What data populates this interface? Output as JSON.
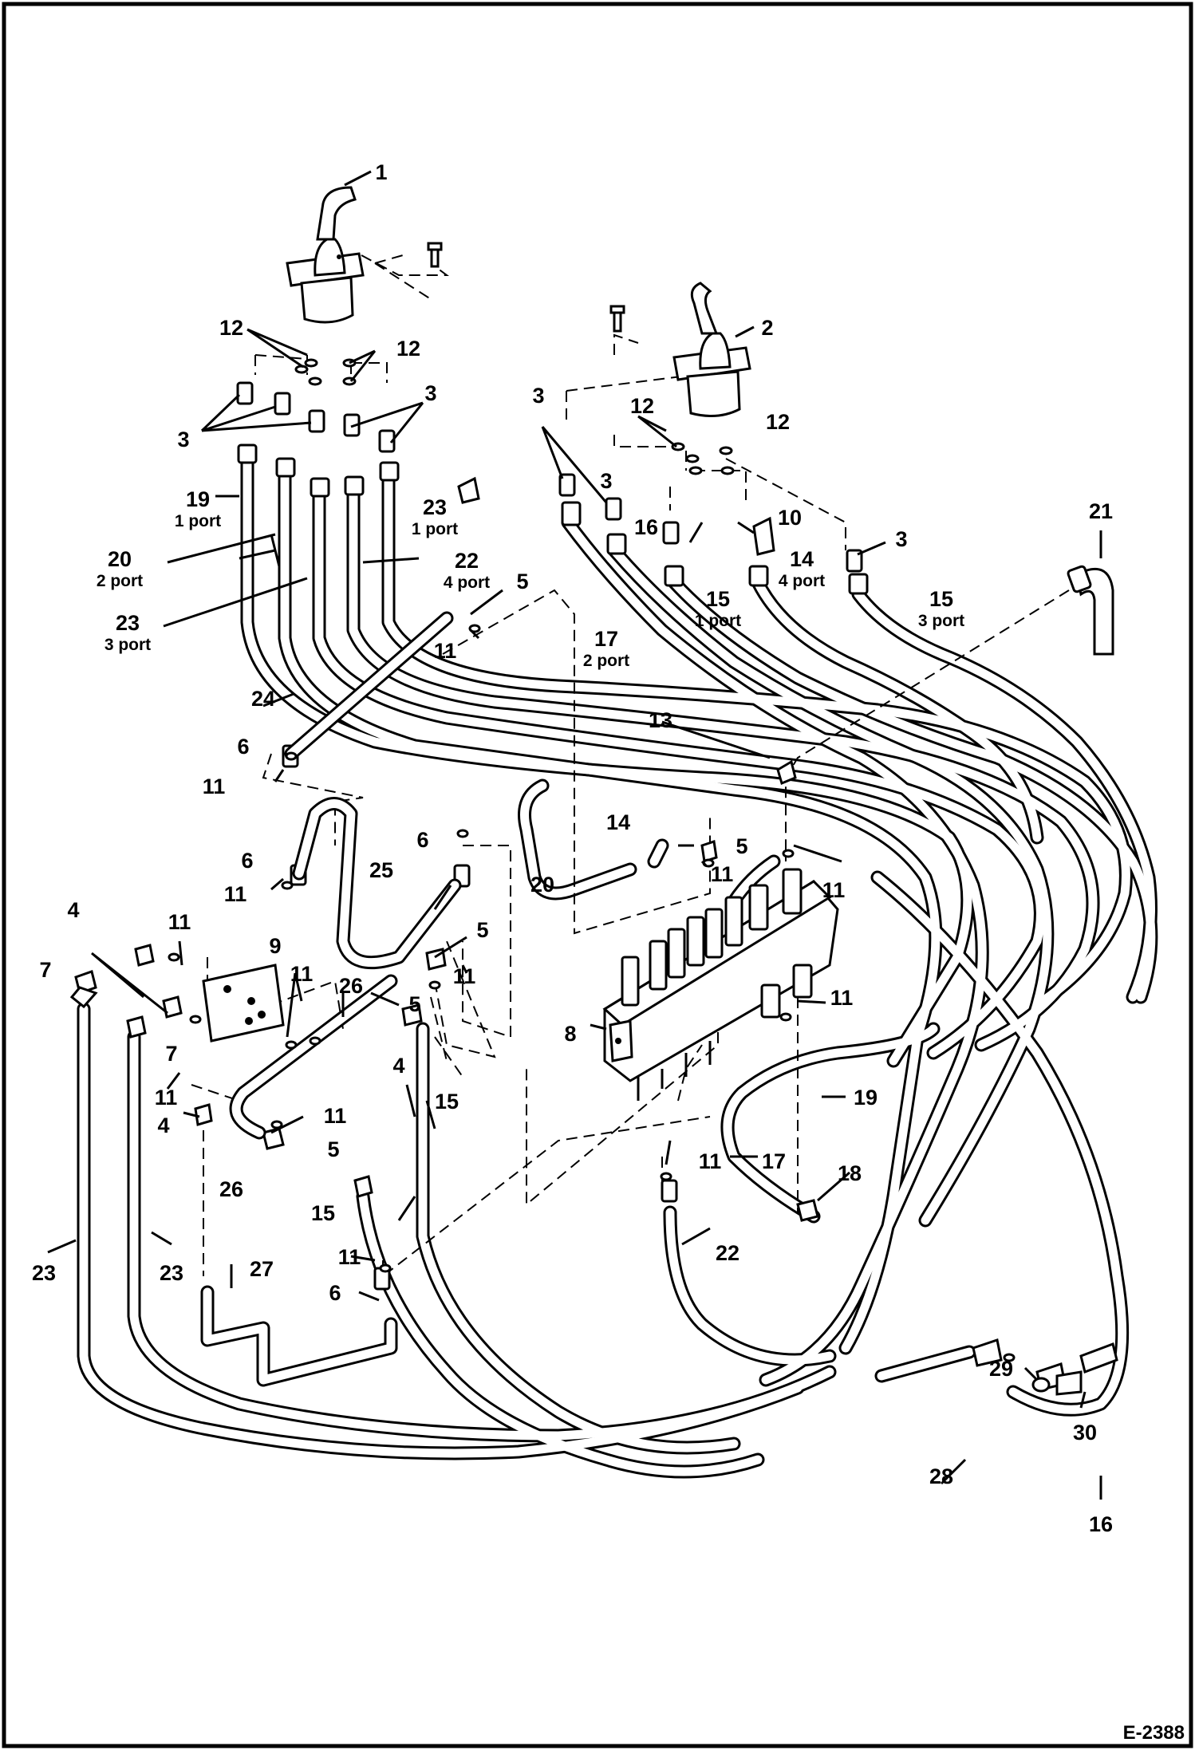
{
  "drawing_code": "E-2388",
  "callouts": [
    {
      "id": "c1",
      "number": "1"
    },
    {
      "id": "c2",
      "number": "2"
    },
    {
      "id": "c12a",
      "number": "12"
    },
    {
      "id": "c12b",
      "number": "12"
    },
    {
      "id": "c12c",
      "number": "12"
    },
    {
      "id": "c12d",
      "number": "12"
    },
    {
      "id": "c3a",
      "number": "3"
    },
    {
      "id": "c3b",
      "number": "3"
    },
    {
      "id": "c3c",
      "number": "3"
    },
    {
      "id": "c3d",
      "number": "3"
    },
    {
      "id": "c3e",
      "number": "3"
    },
    {
      "id": "c19a",
      "number": "19",
      "note": "1 port"
    },
    {
      "id": "c20a",
      "number": "20",
      "note": "2 port"
    },
    {
      "id": "c23a",
      "number": "23",
      "note": "3 port"
    },
    {
      "id": "c23b",
      "number": "23",
      "note": "1 port"
    },
    {
      "id": "c22a",
      "number": "22",
      "note": "4 port"
    },
    {
      "id": "c16a",
      "number": "16"
    },
    {
      "id": "c10",
      "number": "10"
    },
    {
      "id": "c14a",
      "number": "14",
      "note": "4 port"
    },
    {
      "id": "c15a",
      "number": "15",
      "note": "1 port"
    },
    {
      "id": "c15b",
      "number": "15",
      "note": "3 port"
    },
    {
      "id": "c17a",
      "number": "17",
      "note": "2 port"
    },
    {
      "id": "c21",
      "number": "21"
    },
    {
      "id": "c5a",
      "number": "5"
    },
    {
      "id": "c11a",
      "number": "11"
    },
    {
      "id": "c24",
      "number": "24"
    },
    {
      "id": "c6a",
      "number": "6"
    },
    {
      "id": "c11b",
      "number": "11"
    },
    {
      "id": "c13",
      "number": "13"
    },
    {
      "id": "c6b",
      "number": "6"
    },
    {
      "id": "c6c",
      "number": "6"
    },
    {
      "id": "c25",
      "number": "25"
    },
    {
      "id": "c11c",
      "number": "11"
    },
    {
      "id": "c14b",
      "number": "14"
    },
    {
      "id": "c20b",
      "number": "20"
    },
    {
      "id": "c5b",
      "number": "5"
    },
    {
      "id": "c11d",
      "number": "11"
    },
    {
      "id": "c11e",
      "number": "11"
    },
    {
      "id": "c4a",
      "number": "4"
    },
    {
      "id": "c11f",
      "number": "11"
    },
    {
      "id": "c9",
      "number": "9"
    },
    {
      "id": "c5c",
      "number": "5"
    },
    {
      "id": "c7a",
      "number": "7"
    },
    {
      "id": "c11g",
      "number": "11"
    },
    {
      "id": "c26a",
      "number": "26"
    },
    {
      "id": "c11h",
      "number": "11"
    },
    {
      "id": "c5d",
      "number": "5"
    },
    {
      "id": "c8",
      "number": "8"
    },
    {
      "id": "c11i",
      "number": "11"
    },
    {
      "id": "c7b",
      "number": "7"
    },
    {
      "id": "c4b",
      "number": "4"
    },
    {
      "id": "c15c",
      "number": "15"
    },
    {
      "id": "c19b",
      "number": "19"
    },
    {
      "id": "c11j",
      "number": "11"
    },
    {
      "id": "c4c",
      "number": "4"
    },
    {
      "id": "c11k",
      "number": "11"
    },
    {
      "id": "c5e",
      "number": "5"
    },
    {
      "id": "c26b",
      "number": "26"
    },
    {
      "id": "c11l",
      "number": "11"
    },
    {
      "id": "c17b",
      "number": "17"
    },
    {
      "id": "c18",
      "number": "18"
    },
    {
      "id": "c15d",
      "number": "15"
    },
    {
      "id": "c23c",
      "number": "23"
    },
    {
      "id": "c23d",
      "number": "23"
    },
    {
      "id": "c27",
      "number": "27"
    },
    {
      "id": "c11m",
      "number": "11"
    },
    {
      "id": "c22b",
      "number": "22"
    },
    {
      "id": "c6d",
      "number": "6"
    },
    {
      "id": "c29",
      "number": "29"
    },
    {
      "id": "c30",
      "number": "30"
    },
    {
      "id": "c28",
      "number": "28"
    },
    {
      "id": "c16b",
      "number": "16"
    }
  ]
}
